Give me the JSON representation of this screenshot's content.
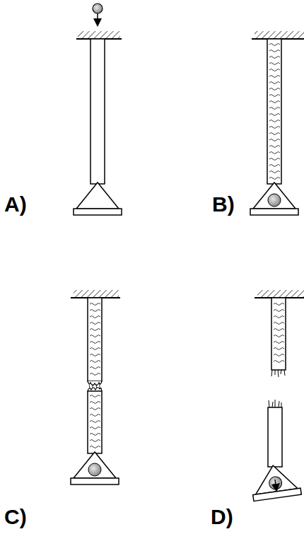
{
  "diagram": {
    "labels": [
      "A)",
      "B)",
      "C)",
      "D)"
    ]
  }
}
